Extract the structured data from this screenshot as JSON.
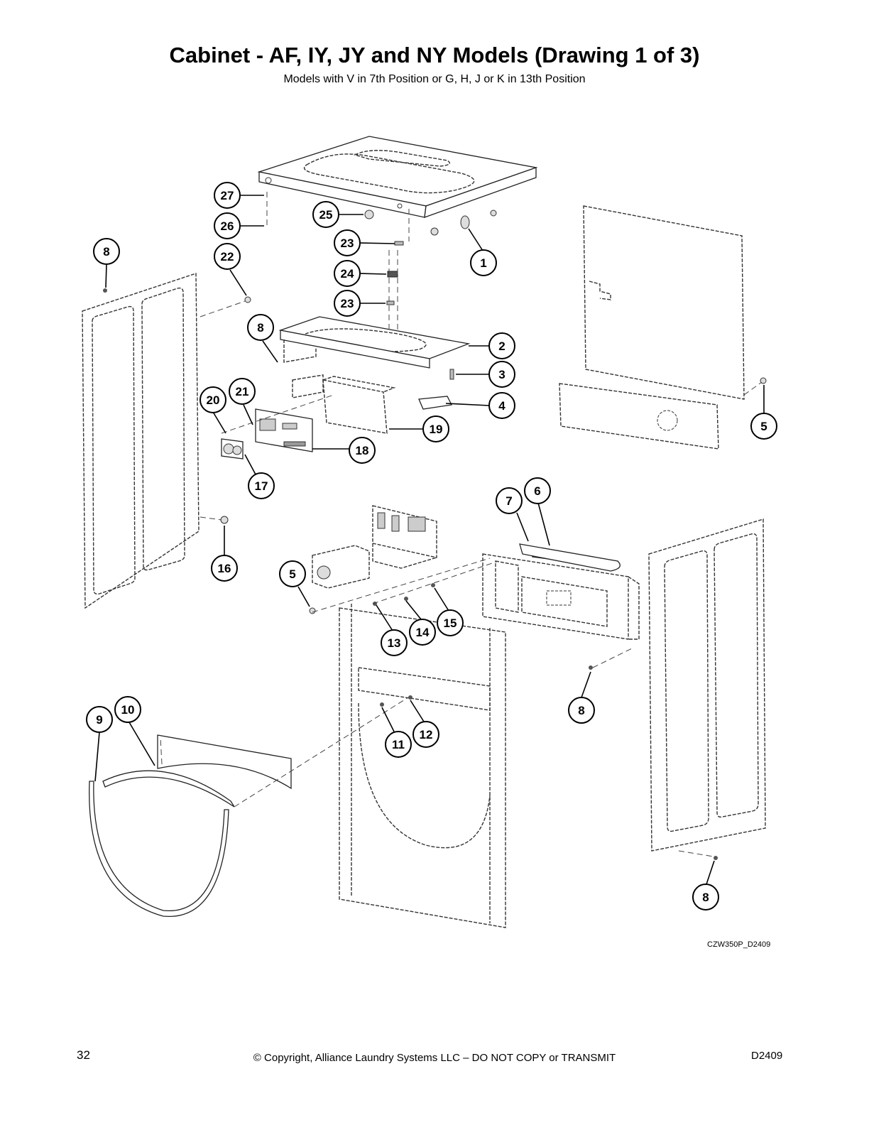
{
  "title": "Cabinet - AF, IY, JY and NY Models (Drawing 1 of 3)",
  "subtitle": "Models with V in 7th Position or G, H, J or K in 13th Position",
  "drawing_code": "CZW350P_D2409",
  "footer": {
    "page_number": "32",
    "copyright": "© Copyright, Alliance Laundry Systems LLC – DO NOT COPY or TRANSMIT",
    "doc_id": "D2409"
  },
  "callouts": [
    {
      "id": "c27",
      "label": "27"
    },
    {
      "id": "c26",
      "label": "26"
    },
    {
      "id": "c25",
      "label": "25"
    },
    {
      "id": "c23a",
      "label": "23"
    },
    {
      "id": "c24",
      "label": "24"
    },
    {
      "id": "c23b",
      "label": "23"
    },
    {
      "id": "c1",
      "label": "1"
    },
    {
      "id": "c8a",
      "label": "8"
    },
    {
      "id": "c22",
      "label": "22"
    },
    {
      "id": "c8b",
      "label": "8"
    },
    {
      "id": "c2",
      "label": "2"
    },
    {
      "id": "c3",
      "label": "3"
    },
    {
      "id": "c4",
      "label": "4"
    },
    {
      "id": "c19",
      "label": "19"
    },
    {
      "id": "c20",
      "label": "20"
    },
    {
      "id": "c21",
      "label": "21"
    },
    {
      "id": "c18",
      "label": "18"
    },
    {
      "id": "c17",
      "label": "17"
    },
    {
      "id": "c5a",
      "label": "5"
    },
    {
      "id": "c16",
      "label": "16"
    },
    {
      "id": "c5b",
      "label": "5"
    },
    {
      "id": "c7",
      "label": "7"
    },
    {
      "id": "c6",
      "label": "6"
    },
    {
      "id": "c13",
      "label": "13"
    },
    {
      "id": "c14",
      "label": "14"
    },
    {
      "id": "c15",
      "label": "15"
    },
    {
      "id": "c8c",
      "label": "8"
    },
    {
      "id": "c9",
      "label": "9"
    },
    {
      "id": "c10",
      "label": "10"
    },
    {
      "id": "c11",
      "label": "11"
    },
    {
      "id": "c12",
      "label": "12"
    },
    {
      "id": "c8d",
      "label": "8"
    }
  ]
}
